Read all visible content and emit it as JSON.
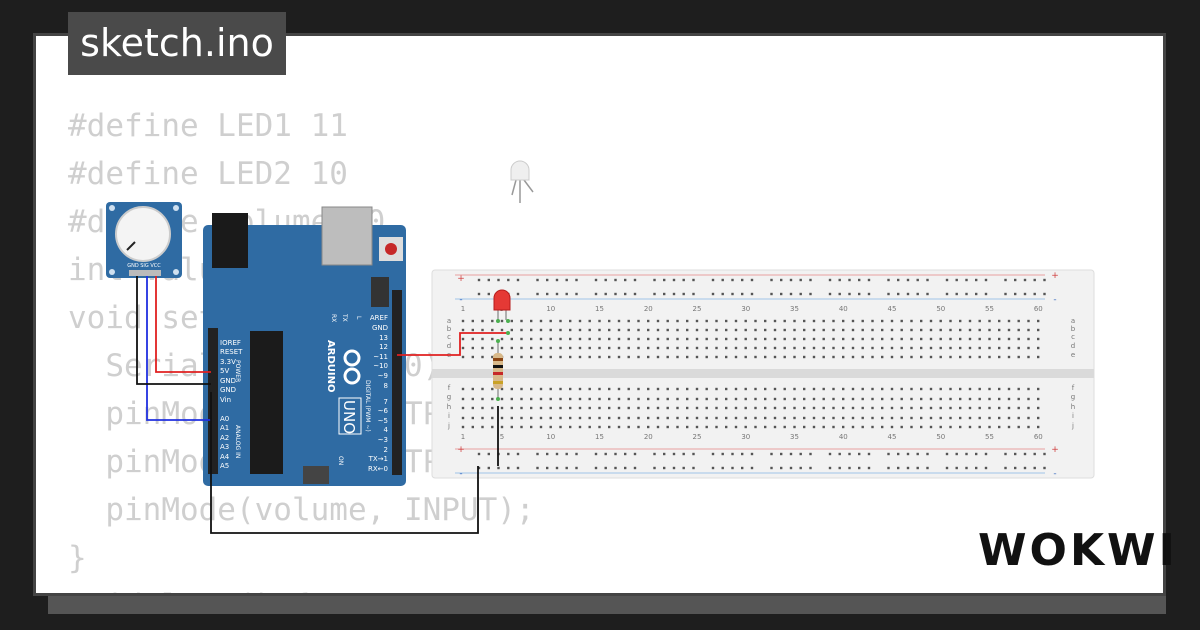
{
  "tab": {
    "title": "sketch.ino"
  },
  "code_lines": [
    "#define LED1 11",
    "#define LED2 10",
    "#define volume A0",
    "int value = 0;",
    "void setup() {",
    "  Serial.begin(9600);",
    "  pinMode(LED1, OUTPUT);",
    "  pinMode(LED2, OUTPUT);",
    "  pinMode(volume, INPUT);",
    "}",
    "void loop() {"
  ],
  "brand": {
    "name": "WOKWI"
  },
  "arduino": {
    "brand": "ARDUINO",
    "model": "UNO",
    "power_pins": [
      "IOREF",
      "RESET",
      "3.3V",
      "5V",
      "GND",
      "GND",
      "Vin"
    ],
    "analog_pins": [
      "A0",
      "A1",
      "A2",
      "A3",
      "A4",
      "A5"
    ],
    "power_label": "POWER",
    "analog_label": "ANALOG IN",
    "digital_top": [
      "AREF",
      "GND",
      "13",
      "12",
      "~11",
      "~10",
      "~9",
      "8"
    ],
    "digital_bottom": [
      "7",
      "~6",
      "~5",
      "4",
      "~3",
      "2",
      "TX→1",
      "RX←0"
    ],
    "digital_label": "DIGITAL (PWM ~)",
    "tx_label": "TX",
    "rx_label": "RX",
    "l_label": "L",
    "on_label": "ON"
  },
  "potentiometer": {
    "pins": "GND SIG VCC"
  },
  "breadboard": {
    "column_numbers": [
      "1",
      "5",
      "10",
      "15",
      "20",
      "25",
      "30",
      "35",
      "40",
      "45",
      "50",
      "55",
      "60"
    ],
    "row_letters_top": [
      "a",
      "b",
      "c",
      "d",
      "e"
    ],
    "row_letters_bottom": [
      "f",
      "g",
      "h",
      "i",
      "j"
    ],
    "plus": "+",
    "minus": "-"
  },
  "colors": {
    "arduino_blue": "#2f6ba3",
    "wire_red": "#e02020",
    "wire_blue": "#2030e0",
    "wire_black": "#111111",
    "led_red": "#e53935",
    "breadboard": "#f2f2f2"
  }
}
